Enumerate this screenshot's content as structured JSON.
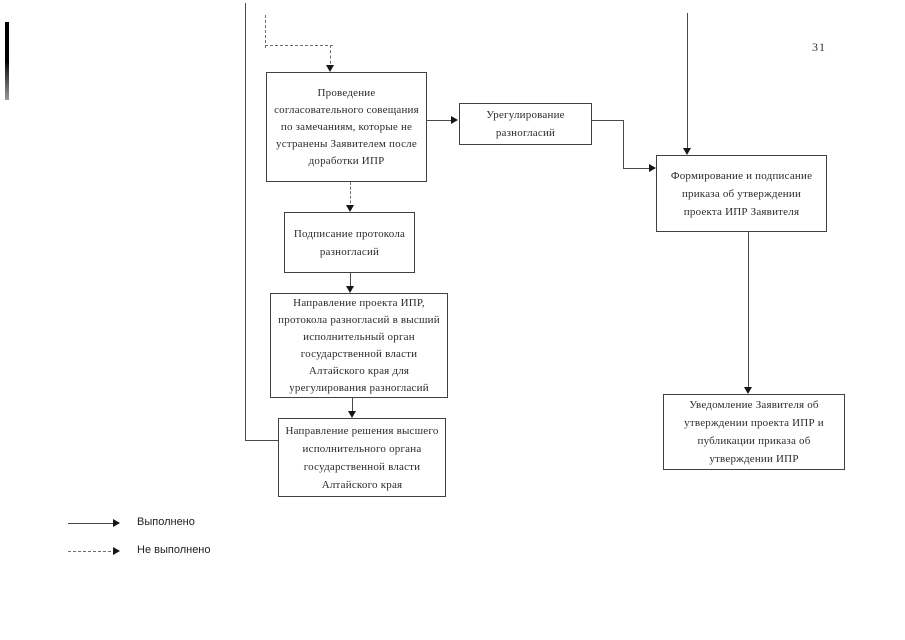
{
  "page": {
    "number": "31"
  },
  "colors": {
    "line": "#4a4a4a",
    "box_border": "#404040",
    "text": "#2b2b2b"
  },
  "flowchart": {
    "boxes": [
      {
        "id": "provedenie",
        "text": "Проведение согласовательного совещания по замечаниям, которые не устранены Заявителем после доработки ИПР"
      },
      {
        "id": "uregulirovanie",
        "text": "Урегулирование разногласий"
      },
      {
        "id": "formirovanie",
        "text": "Формирование и подписание приказа об утверждении проекта ИПР Заявителя"
      },
      {
        "id": "podpisanie",
        "text": "Подписание протокола разногласий"
      },
      {
        "id": "napravlenie-proekta",
        "text": "Направление проекта ИПР, протокола разногласий в высший исполнительный орган государственной власти Алтайского края для урегулирования разногласий"
      },
      {
        "id": "napravlenie-resheniya",
        "text": "Направление решения высшего исполнительного органа государственной власти Алтайского края"
      },
      {
        "id": "uvedomlenie",
        "text": "Уведомление Заявителя об утверждении проекта ИПР и публикации приказа об утверждении ИПР"
      }
    ]
  },
  "legend": {
    "items": [
      {
        "style": "solid",
        "label": "Выполнено"
      },
      {
        "style": "dashed",
        "label": "Не выполнено"
      }
    ]
  }
}
